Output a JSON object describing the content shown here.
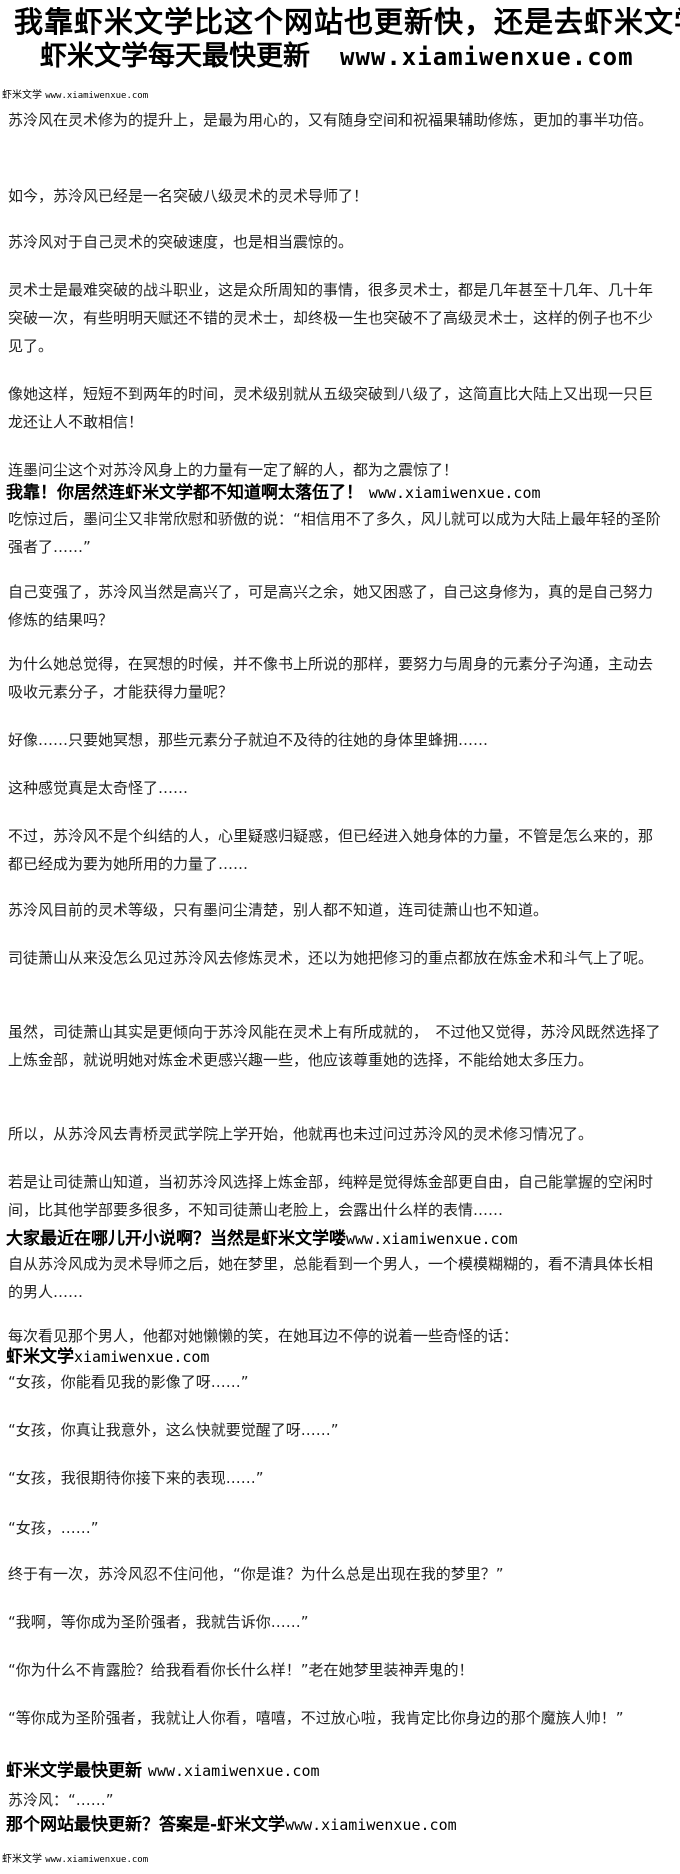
{
  "banner": {
    "line1": "我靠虾米文学比这个网站也更新快，还是去虾米文学",
    "line2_text": "虾米文学每天最快更新",
    "line2_url": "www.xiamiwenxue.com"
  },
  "top_watermark": {
    "text": "虾米文学",
    "url": "www.xiamiwenxue.com"
  },
  "paragraphs": [
    "苏泠风在灵术修为的提升上，是最为用心的，又有随身空间和祝福果辅助修炼，更加的事半功倍。",
    "如今，苏泠风已经是一名突破八级灵术的灵术导师了！",
    "苏泠风对于自己灵术的突破速度，也是相当震惊的。",
    "灵术士是最难突破的战斗职业，这是众所周知的事情，很多灵术士，都是几年甚至十几年、几十年突破一次，有些明明天赋还不错的灵术士，却终极一生也突破不了高级灵术士，这样的例子也不少见了。",
    "像她这样，短短不到两年的时间，灵术级别就从五级突破到八级了，这简直比大陆上又出现一只巨龙还让人不敢相信！",
    "连墨问尘这个对苏泠风身上的力量有一定了解的人，都为之震惊了！",
    "吃惊过后，墨问尘又非常欣慰和骄傲的说：“相信用不了多久，风儿就可以成为大陆上最年轻的圣阶强者了……”",
    "自己变强了，苏泠风当然是高兴了，可是高兴之余，她又困惑了，自己这身修为，真的是自己努力修炼的结果吗？",
    "为什么她总觉得，在冥想的时候，并不像书上所说的那样，要努力与周身的元素分子沟通，主动去吸收元素分子，才能获得力量呢？",
    "好像……只要她冥想，那些元素分子就迫不及待的往她的身体里蜂拥……",
    "这种感觉真是太奇怪了……",
    "不过，苏泠风不是个纠结的人，心里疑惑归疑惑，但已经进入她身体的力量，不管是怎么来的，那都已经成为要为她所用的力量了……",
    "苏泠风目前的灵术等级，只有墨问尘清楚，别人都不知道，连司徒萧山也不知道。",
    "司徒萧山从来没怎么见过苏泠风去修炼灵术，还以为她把修习的重点都放在炼金术和斗气上了呢。",
    "虽然，司徒萧山其实是更倾向于苏泠风能在灵术上有所成就的，　不过他又觉得，苏泠风既然选择了上炼金部，就说明她对炼金术更感兴趣一些，他应该尊重她的选择，不能给她太多压力。",
    "所以，从苏泠风去青桥灵武学院上学开始，他就再也未过问过苏泠风的灵术修习情况了。",
    "若是让司徒萧山知道，当初苏泠风选择上炼金部，纯粹是觉得炼金部更自由，自己能掌握的空闲时间，比其他学部要多很多，不知司徒萧山老脸上，会露出什么样的表情……",
    "自从苏泠风成为灵术导师之后，她在梦里，总能看到一个男人，一个模模糊糊的，看不清具体长相的男人……",
    "每次看见那个男人，他都对她懒懒的笑，在她耳边不停的说着一些奇怪的话：",
    "“女孩，你能看见我的影像了呀……”",
    "“女孩，你真让我意外，这么快就要觉醒了呀……”",
    "“女孩，我很期待你接下来的表现……”",
    "“女孩，……”",
    "终于有一次，苏泠风忍不住问他，“你是谁？为什么总是出现在我的梦里？”",
    "“我啊，等你成为圣阶强者，我就告诉你……”",
    "“你为什么不肯露脸？给我看看你长什么样！”老在她梦里装神弄鬼的！",
    "“等你成为圣阶强者，我就让人你看，嘻嘻，不过放心啦，我肯定比你身边的那个魔族人帅！”",
    "苏泠风：“……”"
  ],
  "watermarks": [
    {
      "text": "我靠！你居然连虾米文学都不知道啊太落伍了！",
      "url": "www.xiamiwenxue.com"
    },
    {
      "text": "大家最近在哪儿开小说啊？当然是虾米文学喽",
      "url": "www.xiamiwenxue.com"
    },
    {
      "text": "虾米文学",
      "url": "xiamiwenxue.com"
    },
    {
      "text": "虾米文学最快更新",
      "url": "www.xiamiwenxue.com"
    },
    {
      "text": "那个网站最快更新？答案是-虾米文学",
      "url": "www.xiamiwenxue.com"
    }
  ],
  "bottom_watermark": {
    "text": "虾米文学",
    "url": "www.xiamiwenxue.com"
  }
}
